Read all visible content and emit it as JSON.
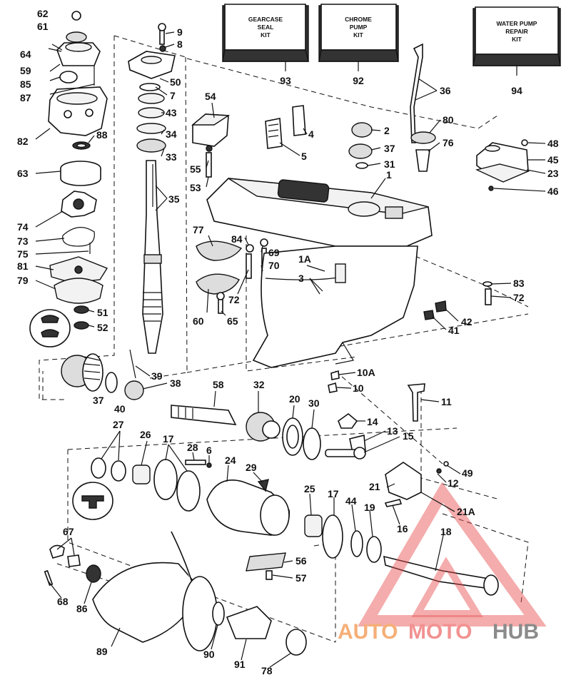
{
  "kits": [
    {
      "id": "gearcase",
      "lines": [
        "GEARCASE",
        "SEAL",
        "KIT"
      ],
      "number": "93"
    },
    {
      "id": "chrome",
      "lines": [
        "CHROME",
        "PUMP",
        "KIT"
      ],
      "number": "92"
    },
    {
      "id": "waterpump",
      "lines": [
        "WATER PUMP",
        "REPAIR",
        "KIT"
      ],
      "number": "94"
    }
  ],
  "watermark": {
    "part1": "AUTO",
    "part2": "MOTO",
    "part3": "HUB",
    "colors": {
      "auto": "#f4a261",
      "moto": "#f08080",
      "hub": "#777777",
      "triangle": "#e84c4c"
    }
  },
  "labels": [
    "62",
    "61",
    "64",
    "59",
    "85",
    "87",
    "82",
    "88",
    "63",
    "74",
    "73",
    "75",
    "81",
    "79",
    "51",
    "52",
    "9",
    "8",
    "50",
    "7",
    "43",
    "34",
    "33",
    "35",
    "54",
    "55",
    "53",
    "77",
    "84",
    "69",
    "70",
    "72",
    "60",
    "65",
    "1A",
    "3",
    "1",
    "2",
    "37",
    "31",
    "4",
    "5",
    "36",
    "80",
    "76",
    "48",
    "45",
    "23",
    "46",
    "83",
    "42",
    "41",
    "10A",
    "10",
    "11",
    "39",
    "38",
    "37",
    "40",
    "58",
    "32",
    "20",
    "30",
    "14",
    "13",
    "15",
    "27",
    "26",
    "17",
    "28",
    "6",
    "24",
    "29",
    "25",
    "17",
    "44",
    "19",
    "21",
    "12",
    "49",
    "21A",
    "16",
    "18",
    "67",
    "68",
    "86",
    "89",
    "90",
    "91",
    "78",
    "56",
    "57",
    "72"
  ]
}
